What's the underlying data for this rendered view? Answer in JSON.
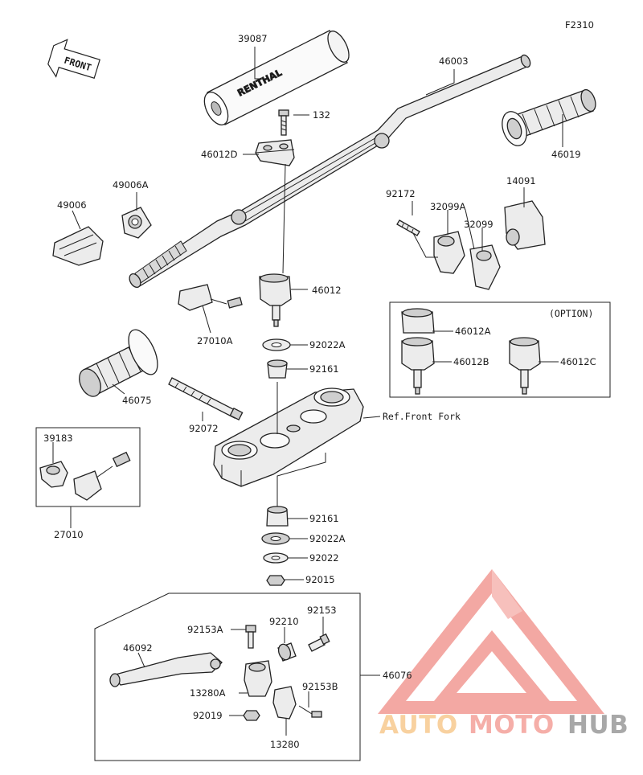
{
  "figure_code": "F2310",
  "front_label": "FRONT",
  "ref_label": "Ref.Front Fork",
  "option_label": "(OPTION)",
  "grip_brand_text": "RENTHAL",
  "watermark": {
    "brand": "AUTOMOTOHUB",
    "part1": "AUTO",
    "part2": "MOTO",
    "part3": "HUB",
    "color_auto": "#f7c98f",
    "color_moto": "#f4a09a",
    "color_hub": "#9a9a9a",
    "color_logo": "#f29a94"
  },
  "parts": {
    "p39087": "39087",
    "p46003": "46003",
    "p132": "132",
    "p46012D": "46012D",
    "p46019": "46019",
    "p49006A": "49006A",
    "p49006": "49006",
    "p92172": "92172",
    "p32099A": "32099A",
    "p14091": "14091",
    "p32099": "32099",
    "p46012": "46012",
    "p27010A": "27010A",
    "p46012A": "46012A",
    "p46012B": "46012B",
    "p46012C": "46012C",
    "p92022A": "92022A",
    "p92161a": "92161",
    "p46075": "46075",
    "p92072": "92072",
    "p39183": "39183",
    "p27010": "27010",
    "p92161b": "92161",
    "p92022A2": "92022A",
    "p92022": "92022",
    "p92015": "92015",
    "p92153A": "92153A",
    "p92210": "92210",
    "p92153": "92153",
    "p46092": "46092",
    "p46076": "46076",
    "p92153B": "92153B",
    "p13280A": "13280A",
    "p92019": "92019",
    "p13280": "13280"
  }
}
